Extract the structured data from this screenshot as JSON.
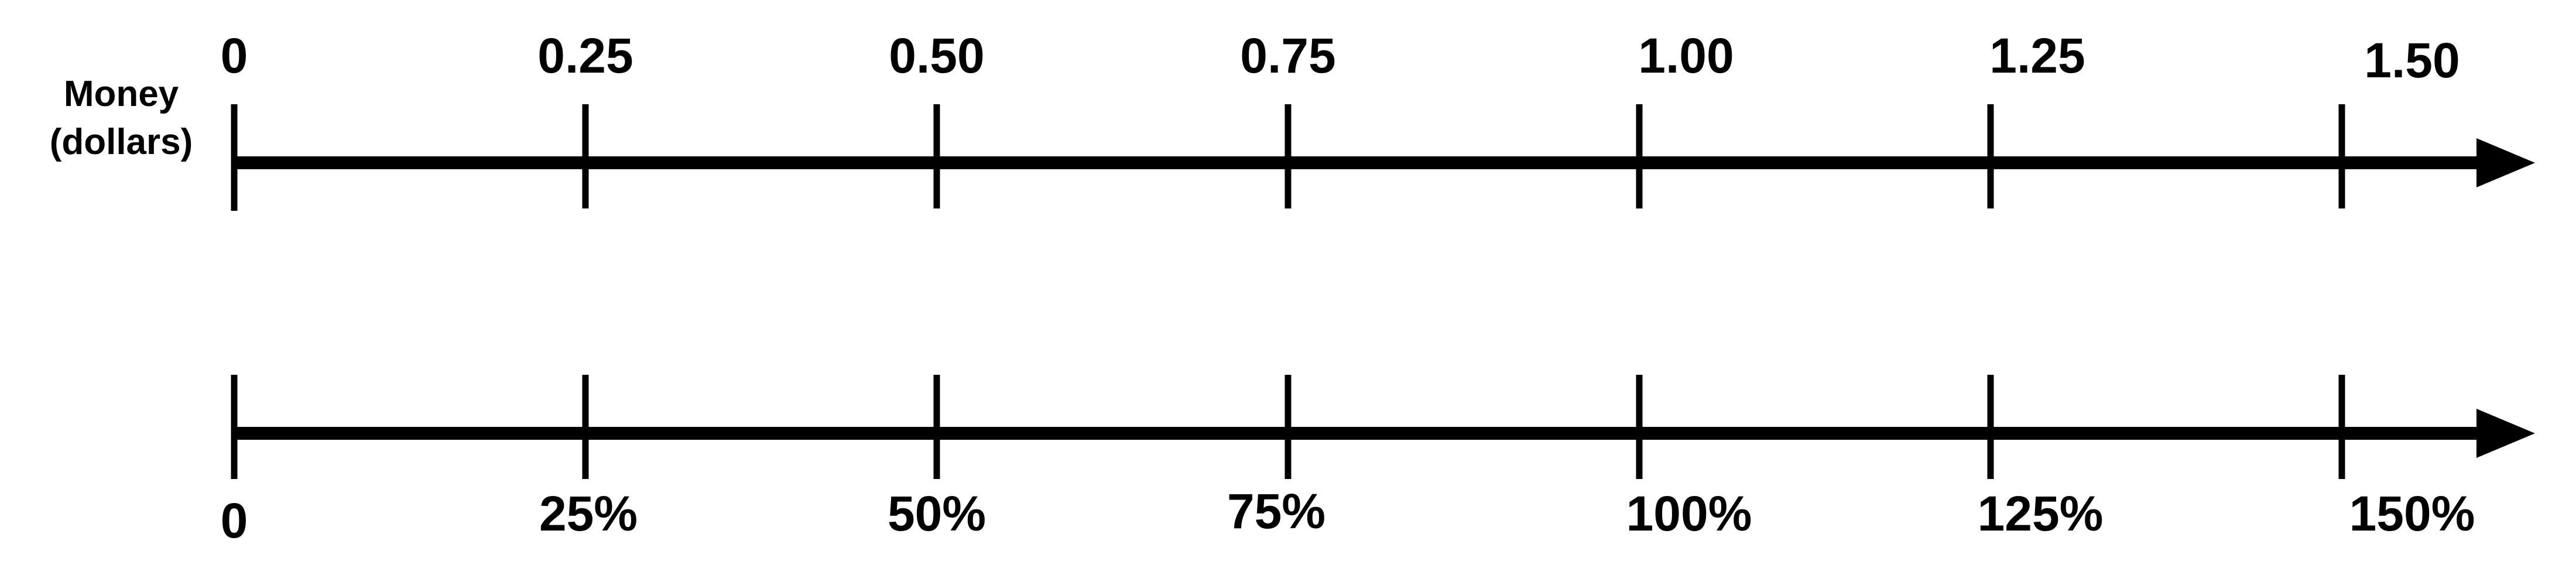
{
  "money_line": {
    "label_line1": "Money",
    "label_line2": "(dollars)",
    "ticks": [
      {
        "value": 0,
        "label": "0"
      },
      {
        "value": 0.25,
        "label": "0.25"
      },
      {
        "value": 0.5,
        "label": "0.50"
      },
      {
        "value": 0.75,
        "label": "0.75"
      },
      {
        "value": 1.0,
        "label": "1.00"
      },
      {
        "value": 1.25,
        "label": "1.25"
      },
      {
        "value": 1.5,
        "label": "1.50"
      }
    ]
  },
  "percent_line": {
    "ticks": [
      {
        "value": 0,
        "label": "0"
      },
      {
        "value": 25,
        "label": "25%"
      },
      {
        "value": 50,
        "label": "50%"
      },
      {
        "value": 75,
        "label": "75%"
      },
      {
        "value": 100,
        "label": "100%"
      },
      {
        "value": 125,
        "label": "125%"
      },
      {
        "value": 150,
        "label": "150%"
      }
    ]
  },
  "colors": {
    "line": "#000000",
    "background": "#ffffff"
  }
}
